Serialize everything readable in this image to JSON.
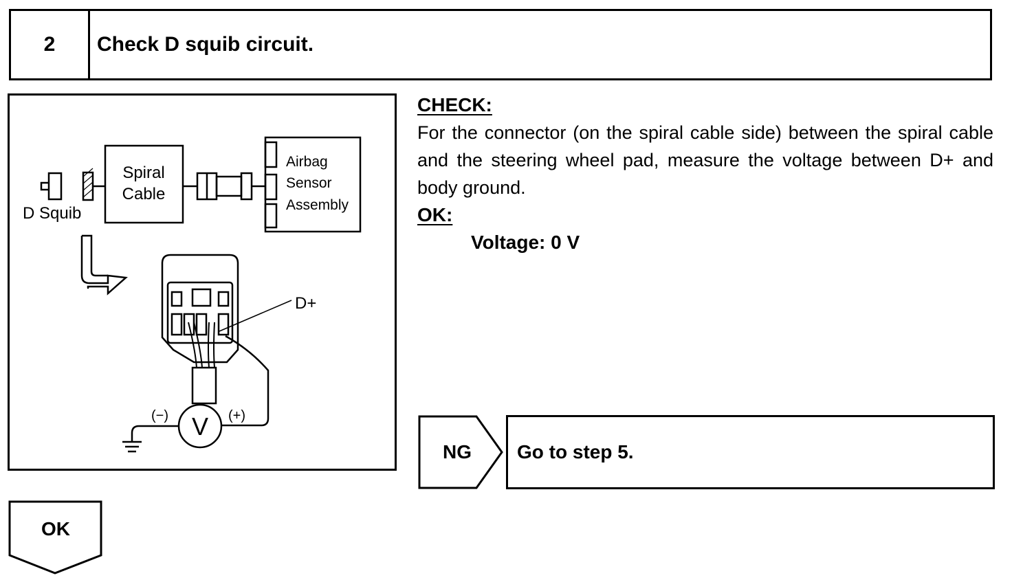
{
  "step": {
    "number": "2",
    "title": "Check D squib circuit."
  },
  "diagram": {
    "spiral_cable_line1": "Spiral",
    "spiral_cable_line2": "Cable",
    "airbag_line1": "Airbag",
    "airbag_line2": "Sensor",
    "airbag_line3": "Assembly",
    "d_squib": "D Squib",
    "d_plus": "D+",
    "minus": "(−)",
    "plus": "(+)",
    "voltmeter": "V"
  },
  "check": {
    "heading": "CHECK:",
    "text": "For the connector (on the spiral cable side) between the spiral cable and the steering wheel pad, measure the voltage between D+ and body ground.",
    "ok_heading": "OK:",
    "spec": "Voltage: 0 V"
  },
  "ng": {
    "label": "NG",
    "action": "Go to step 5."
  },
  "ok": {
    "label": "OK"
  }
}
